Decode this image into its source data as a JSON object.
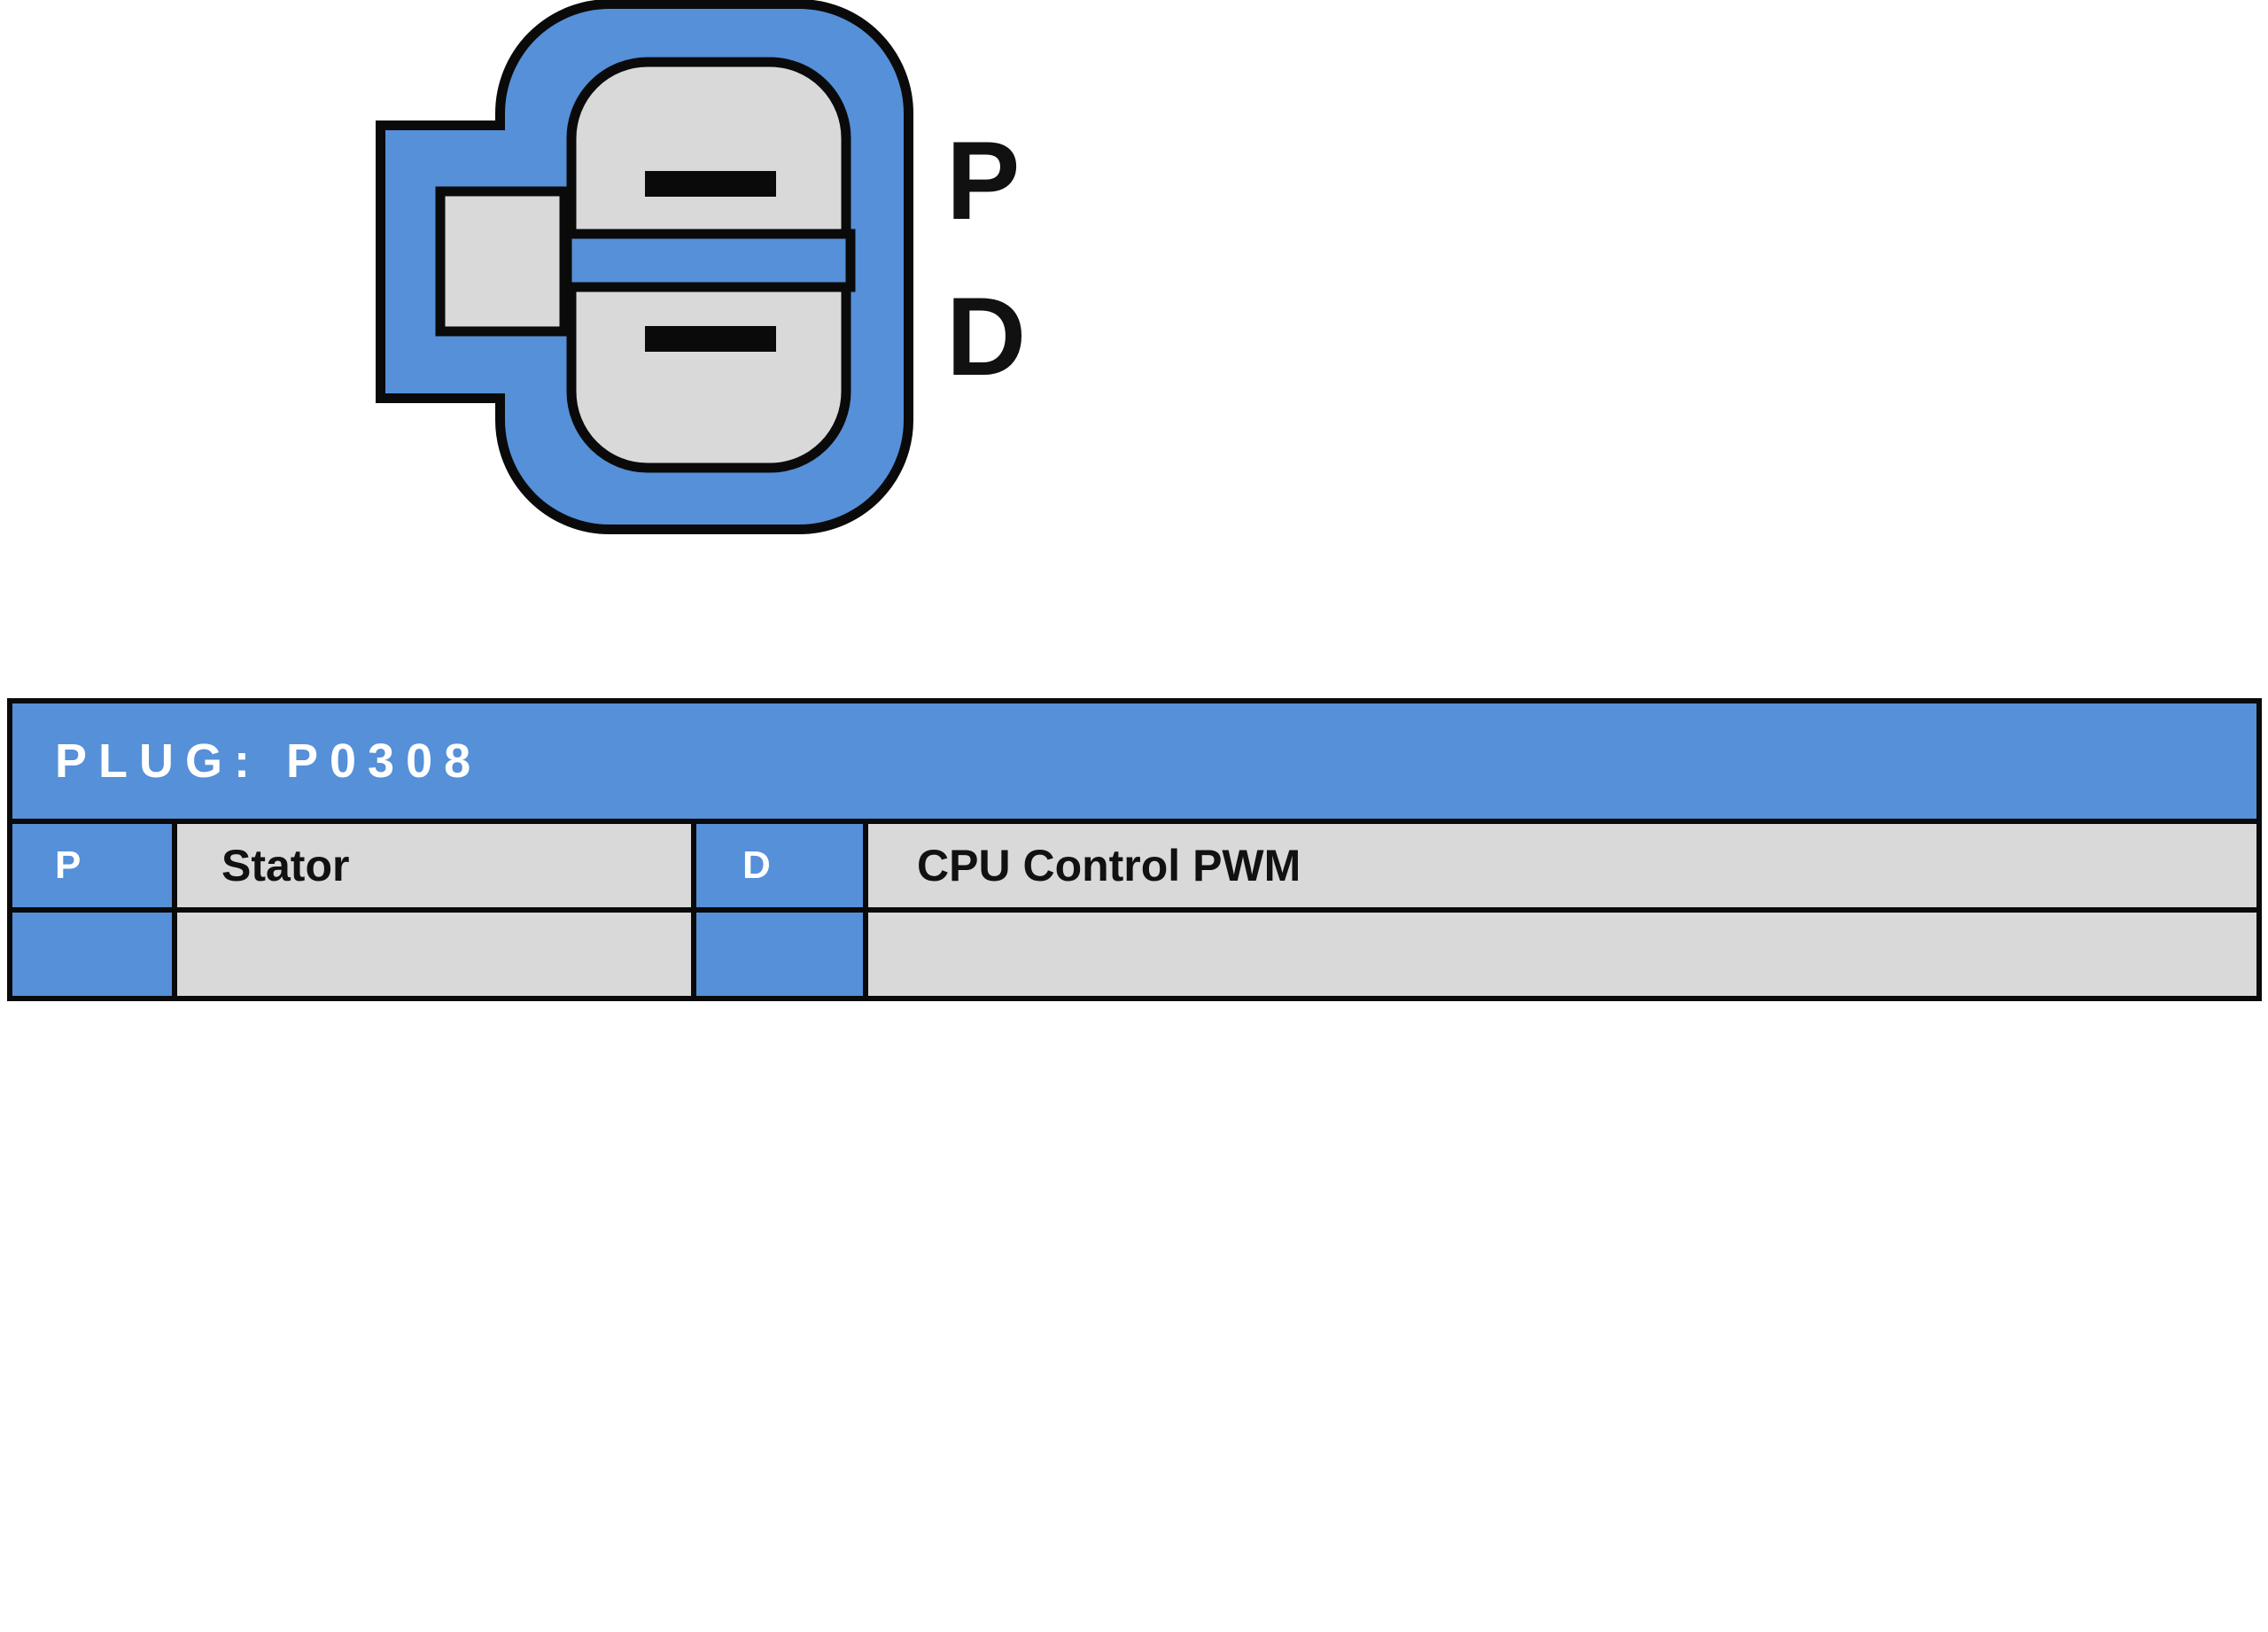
{
  "colors": {
    "blue": "#5590D9",
    "gray": "#D9D9D9",
    "black": "#0A0A0A",
    "text_dark": "#111111",
    "white": "#FFFFFF"
  },
  "connector": {
    "pin_top_label": "P",
    "pin_bottom_label": "D"
  },
  "table": {
    "title": "PLUG: P0308",
    "rows": [
      {
        "pin_left": "P",
        "desc_left": "Stator",
        "pin_right": "D",
        "desc_right": "CPU Control PWM"
      },
      {
        "pin_left": "",
        "desc_left": "",
        "pin_right": "",
        "desc_right": ""
      }
    ]
  }
}
